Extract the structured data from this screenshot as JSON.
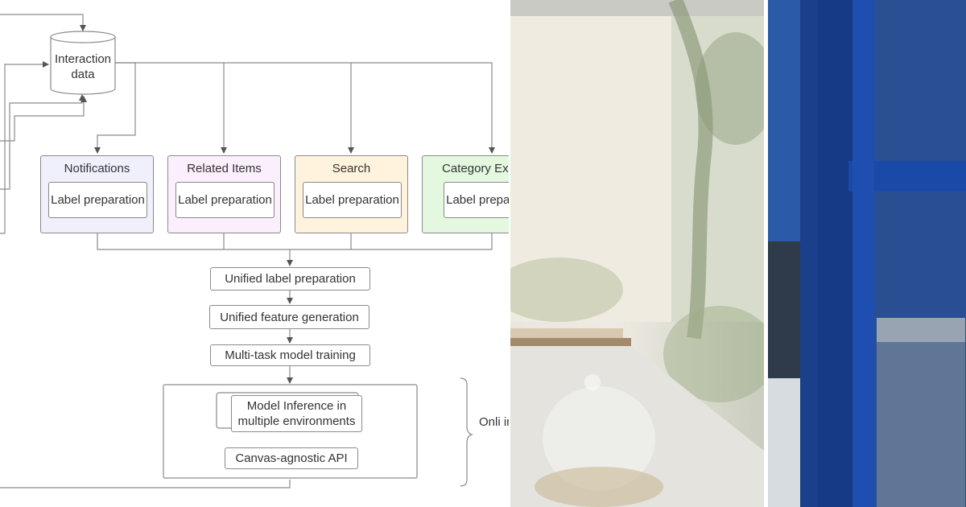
{
  "diagram": {
    "database": {
      "label": "Interaction data"
    },
    "cards": [
      {
        "title": "Notifications",
        "inner": "Label preparation",
        "fill": "#f0f0fd"
      },
      {
        "title": "Related Items",
        "inner": "Label preparation",
        "fill": "#fbeefd"
      },
      {
        "title": "Search",
        "inner": "Label preparation",
        "fill": "#fff3dd"
      },
      {
        "title": "Category Exp",
        "inner": "Label preparation",
        "fill": "#e4f8e0"
      }
    ],
    "steps": {
      "unified_label": "Unified label preparation",
      "unified_feature": "Unified feature generation",
      "multitask": "Multi-task model training",
      "inference": "Model Inference in multiple environments",
      "api": "Canvas-agnostic API"
    },
    "online_label": "Onli infras"
  },
  "colors": {
    "stroke": "#8a8a8a",
    "arrow": "#555555",
    "text": "#333333",
    "window_blue": "#1c3f8c"
  }
}
